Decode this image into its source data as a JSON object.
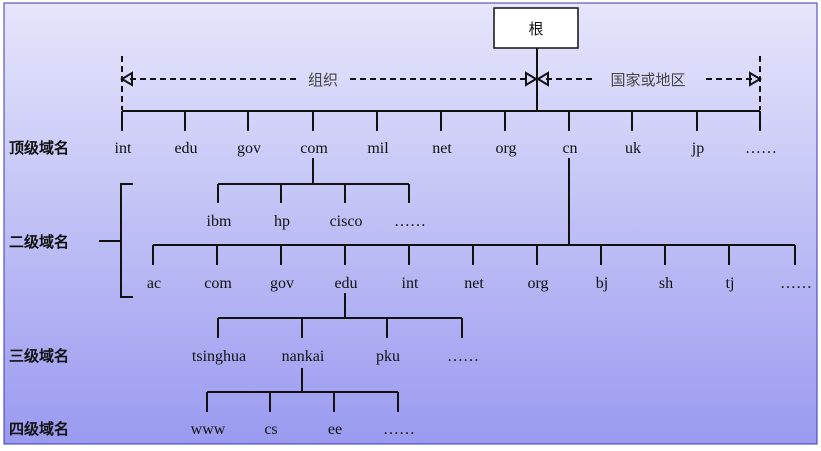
{
  "root": {
    "label": "根"
  },
  "ranges": {
    "org_label": "组织",
    "country_label": "国家或地区"
  },
  "levels": {
    "top": "顶级域名",
    "second": "二级域名",
    "third": "三级域名",
    "fourth": "四级域名"
  },
  "top_level": [
    "int",
    "edu",
    "gov",
    "com",
    "mil",
    "net",
    "org",
    "cn",
    "uk",
    "jp",
    "……"
  ],
  "second_level_com": [
    "ibm",
    "hp",
    "cisco",
    "……"
  ],
  "second_level_cn": [
    "ac",
    "com",
    "gov",
    "edu",
    "int",
    "net",
    "org",
    "bj",
    "sh",
    "tj",
    "……"
  ],
  "third_level_edu": [
    "tsinghua",
    "nankai",
    "pku",
    "……"
  ],
  "fourth_level_nankai": [
    "www",
    "cs",
    "ee",
    "……"
  ],
  "colors": {
    "bg_top": "#e6e6fc",
    "bg_bottom": "#9a9af0",
    "border": "#3a3ab8"
  }
}
